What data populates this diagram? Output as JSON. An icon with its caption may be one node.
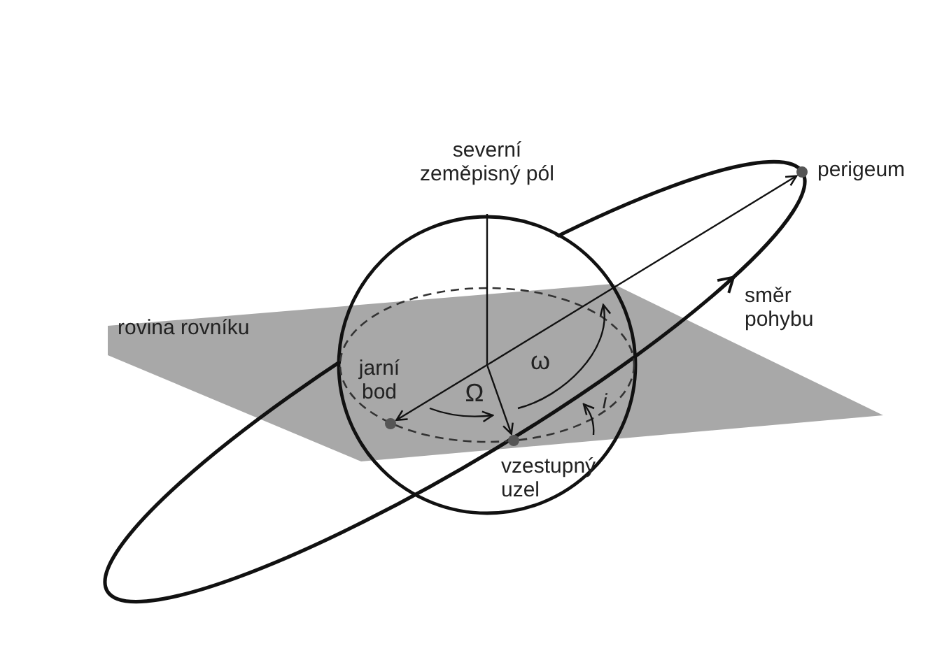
{
  "diagram": {
    "nodes": [
      {
        "text": [
          "rovina rovníku"
        ]
      },
      {
        "text": [],
        "shape": "circle",
        "in": 0,
        "beside": [
          "jarní bod"
        ]
      },
      {
        "text": [],
        "shape": "circle",
        "in": 0,
        "beside": [
          "vzestupný uzel"
        ]
      },
      {
        "text": [],
        "shape": "circle",
        "beside": [
          "perigeum"
        ]
      },
      {
        "text": [],
        "shape": "point",
        "in": 0
      },
      {
        "text": [
          "severní zeměpisný pól"
        ]
      }
    ],
    "edges": [
      {
        "from": 4,
        "to": 1,
        "arrow": "to"
      },
      {
        "from": 4,
        "to": 2,
        "arrow": "to"
      },
      {
        "from": 4,
        "to": 3,
        "arrow": "to"
      },
      {
        "from": 4,
        "to": 5,
        "arrow": "none"
      }
    ],
    "labels": [
      "Ω",
      "ω",
      "i",
      "směr pohybu"
    ]
  }
}
